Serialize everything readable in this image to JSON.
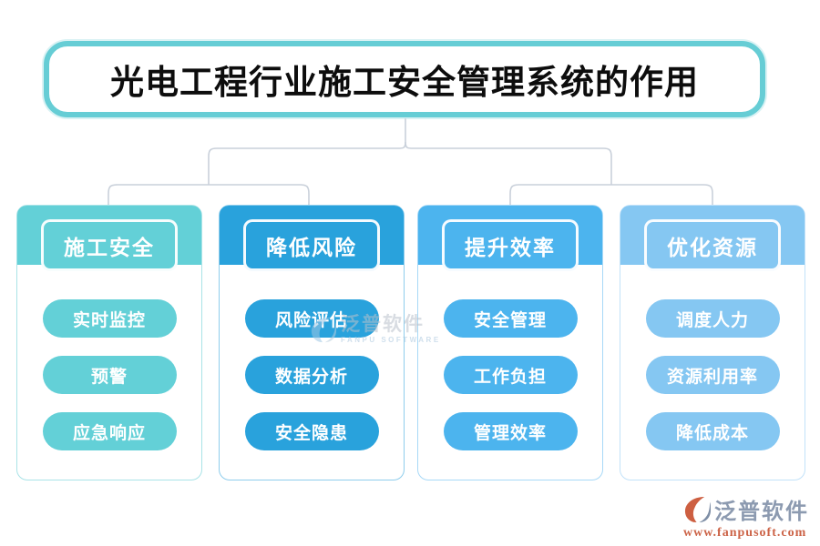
{
  "title": "光电工程行业施工安全管理系统的作用",
  "diagram": {
    "type": "tree",
    "columns": [
      {
        "header": "施工安全",
        "color": "#63d0d7",
        "items": [
          "实时监控",
          "预警",
          "应急响应"
        ]
      },
      {
        "header": "降低风险",
        "color": "#29a2dc",
        "items": [
          "风险评估",
          "数据分析",
          "安全隐患"
        ]
      },
      {
        "header": "提升效率",
        "color": "#4cb4ee",
        "items": [
          "安全管理",
          "工作负担",
          "管理效率"
        ]
      },
      {
        "header": "优化资源",
        "color": "#85c7f2",
        "items": [
          "调度人力",
          "资源利用率",
          "降低成本"
        ]
      }
    ],
    "connector_color": "#c9d0da",
    "title_border_color": "#66cdd5"
  },
  "watermark": {
    "name": "泛普软件",
    "subtitle": "FANPU SOFTWARE"
  },
  "branding": {
    "name": "泛普软件",
    "url": "www.fanpusoft.com",
    "name_color": "#8c9ab0",
    "url_color": "#cc6347"
  }
}
